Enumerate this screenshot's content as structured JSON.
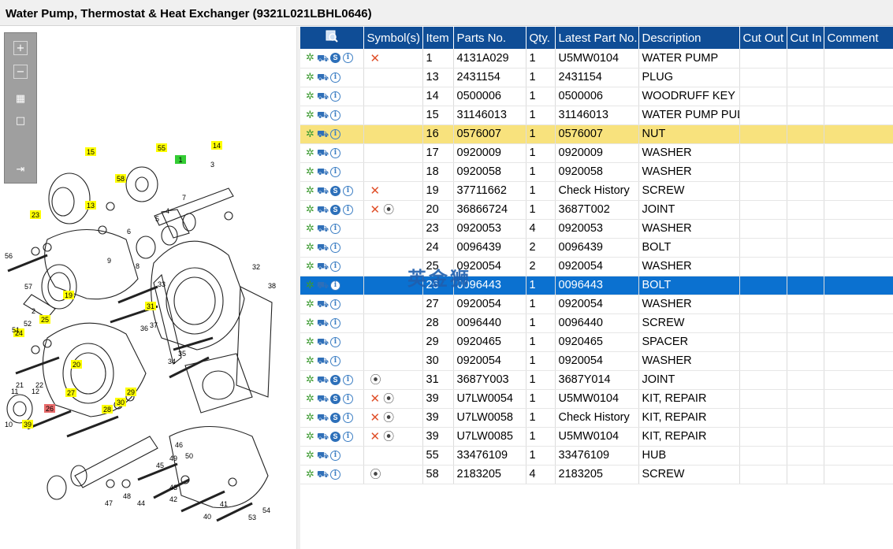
{
  "window": {
    "title": "Water Pump, Thermostat & Heat Exchanger (9321L021LBHL0646)"
  },
  "toolbox": {
    "zoom_in": "+",
    "zoom_out": "−",
    "fit": "▦",
    "actual": "□",
    "export": "⇥"
  },
  "diagram": {
    "callouts": [
      {
        "label": "15",
        "tag": "yellow"
      },
      {
        "label": "55",
        "tag": "yellow"
      },
      {
        "label": "14",
        "tag": "yellow"
      },
      {
        "label": "1",
        "tag": "green"
      },
      {
        "label": "58",
        "tag": "yellow"
      },
      {
        "label": "13",
        "tag": "yellow"
      },
      {
        "label": "23",
        "tag": "yellow"
      },
      {
        "label": "19",
        "tag": "yellow"
      },
      {
        "label": "31",
        "tag": "yellow"
      },
      {
        "label": "25",
        "tag": "yellow"
      },
      {
        "label": "24",
        "tag": "yellow"
      },
      {
        "label": "20",
        "tag": "yellow"
      },
      {
        "label": "27",
        "tag": "yellow"
      },
      {
        "label": "29",
        "tag": "yellow"
      },
      {
        "label": "30",
        "tag": "yellow"
      },
      {
        "label": "28",
        "tag": "yellow"
      },
      {
        "label": "26",
        "tag": "red"
      },
      {
        "label": "39",
        "tag": "yellow"
      }
    ],
    "numbers": [
      "3",
      "4",
      "5",
      "6",
      "7",
      "2",
      "8",
      "9",
      "56",
      "57",
      "32",
      "33",
      "38",
      "37",
      "36",
      "35",
      "34",
      "51",
      "52",
      "11",
      "12",
      "10",
      "22",
      "21",
      "46",
      "49",
      "45",
      "43",
      "44",
      "42",
      "48",
      "47",
      "41",
      "40",
      "50",
      "53",
      "54"
    ]
  },
  "table": {
    "columns": [
      "",
      "Symbol(s)",
      "Item",
      "Parts No.",
      "Qty.",
      "Latest Part No.",
      "Description",
      "Cut Out",
      "Cut In",
      "Comment"
    ],
    "search_icon": "search-icon",
    "rows": [
      {
        "icons": [
          "multi-gear",
          "cart",
          "s",
          "i"
        ],
        "sym": [
          "x"
        ],
        "item": "1",
        "part": "4131A029",
        "qty": "1",
        "latest": "U5MW0104",
        "desc": "WATER PUMP",
        "state": ""
      },
      {
        "icons": [
          "gear",
          "cart",
          "i"
        ],
        "sym": [],
        "item": "13",
        "part": "2431154",
        "qty": "1",
        "latest": "2431154",
        "desc": "PLUG",
        "state": ""
      },
      {
        "icons": [
          "gear",
          "cart",
          "i"
        ],
        "sym": [],
        "item": "14",
        "part": "0500006",
        "qty": "1",
        "latest": "0500006",
        "desc": "WOODRUFF KEY",
        "state": ""
      },
      {
        "icons": [
          "gear",
          "cart",
          "i"
        ],
        "sym": [],
        "item": "15",
        "part": "31146013",
        "qty": "1",
        "latest": "31146013",
        "desc": "WATER PUMP PUL",
        "state": ""
      },
      {
        "icons": [
          "gear",
          "cart",
          "i"
        ],
        "sym": [],
        "item": "16",
        "part": "0576007",
        "qty": "1",
        "latest": "0576007",
        "desc": "NUT",
        "state": "highlight"
      },
      {
        "icons": [
          "gear",
          "cart",
          "i"
        ],
        "sym": [],
        "item": "17",
        "part": "0920009",
        "qty": "1",
        "latest": "0920009",
        "desc": "WASHER",
        "state": ""
      },
      {
        "icons": [
          "gear",
          "cart",
          "i"
        ],
        "sym": [],
        "item": "18",
        "part": "0920058",
        "qty": "1",
        "latest": "0920058",
        "desc": "WASHER",
        "state": ""
      },
      {
        "icons": [
          "gear",
          "cart",
          "s",
          "i"
        ],
        "sym": [
          "x"
        ],
        "item": "19",
        "part": "37711662",
        "qty": "1",
        "latest": "Check History",
        "desc": "SCREW",
        "state": ""
      },
      {
        "icons": [
          "gear",
          "cart",
          "s",
          "i"
        ],
        "sym": [
          "x",
          "comment"
        ],
        "item": "20",
        "part": "36866724",
        "qty": "1",
        "latest": "3687T002",
        "desc": "JOINT",
        "state": ""
      },
      {
        "icons": [
          "gear",
          "cart",
          "i"
        ],
        "sym": [],
        "item": "23",
        "part": "0920053",
        "qty": "4",
        "latest": "0920053",
        "desc": "WASHER",
        "state": ""
      },
      {
        "icons": [
          "gear",
          "cart",
          "i"
        ],
        "sym": [],
        "item": "24",
        "part": "0096439",
        "qty": "2",
        "latest": "0096439",
        "desc": "BOLT",
        "state": ""
      },
      {
        "icons": [
          "gear",
          "cart",
          "i"
        ],
        "sym": [],
        "item": "25",
        "part": "0920054",
        "qty": "2",
        "latest": "0920054",
        "desc": "WASHER",
        "state": ""
      },
      {
        "icons": [
          "gear",
          "cart",
          "i"
        ],
        "sym": [],
        "item": "26",
        "part": "0096443",
        "qty": "1",
        "latest": "0096443",
        "desc": "BOLT",
        "state": "selected"
      },
      {
        "icons": [
          "gear",
          "cart",
          "i"
        ],
        "sym": [],
        "item": "27",
        "part": "0920054",
        "qty": "1",
        "latest": "0920054",
        "desc": "WASHER",
        "state": ""
      },
      {
        "icons": [
          "gear",
          "cart",
          "i"
        ],
        "sym": [],
        "item": "28",
        "part": "0096440",
        "qty": "1",
        "latest": "0096440",
        "desc": "SCREW",
        "state": ""
      },
      {
        "icons": [
          "gear",
          "cart",
          "i"
        ],
        "sym": [],
        "item": "29",
        "part": "0920465",
        "qty": "1",
        "latest": "0920465",
        "desc": "SPACER",
        "state": ""
      },
      {
        "icons": [
          "gear",
          "cart",
          "i"
        ],
        "sym": [],
        "item": "30",
        "part": "0920054",
        "qty": "1",
        "latest": "0920054",
        "desc": "WASHER",
        "state": ""
      },
      {
        "icons": [
          "gear",
          "cart",
          "s",
          "i"
        ],
        "sym": [
          "comment"
        ],
        "item": "31",
        "part": "3687Y003",
        "qty": "1",
        "latest": "3687Y014",
        "desc": "JOINT",
        "state": ""
      },
      {
        "icons": [
          "gear",
          "cart",
          "s",
          "i"
        ],
        "sym": [
          "x",
          "comment"
        ],
        "item": "39",
        "part": "U7LW0054",
        "qty": "1",
        "latest": "U5MW0104",
        "desc": "KIT, REPAIR",
        "state": ""
      },
      {
        "icons": [
          "gear",
          "cart",
          "s",
          "i"
        ],
        "sym": [
          "x",
          "comment"
        ],
        "item": "39",
        "part": "U7LW0058",
        "qty": "1",
        "latest": "Check History",
        "desc": "KIT, REPAIR",
        "state": ""
      },
      {
        "icons": [
          "gear",
          "cart",
          "s",
          "i"
        ],
        "sym": [
          "x",
          "comment"
        ],
        "item": "39",
        "part": "U7LW0085",
        "qty": "1",
        "latest": "U5MW0104",
        "desc": "KIT, REPAIR",
        "state": ""
      },
      {
        "icons": [
          "gear",
          "cart",
          "i"
        ],
        "sym": [],
        "item": "55",
        "part": "33476109",
        "qty": "1",
        "latest": "33476109",
        "desc": "HUB",
        "state": ""
      },
      {
        "icons": [
          "gear",
          "cart",
          "i"
        ],
        "sym": [
          "comment"
        ],
        "item": "58",
        "part": "2183205",
        "qty": "4",
        "latest": "2183205",
        "desc": "SCREW",
        "state": ""
      }
    ]
  },
  "watermark": "英金狮",
  "colors": {
    "header": "#0f4d96",
    "selected": "#0b71d0",
    "highlight": "#f8e27d",
    "accent_red": "#e0502a"
  }
}
